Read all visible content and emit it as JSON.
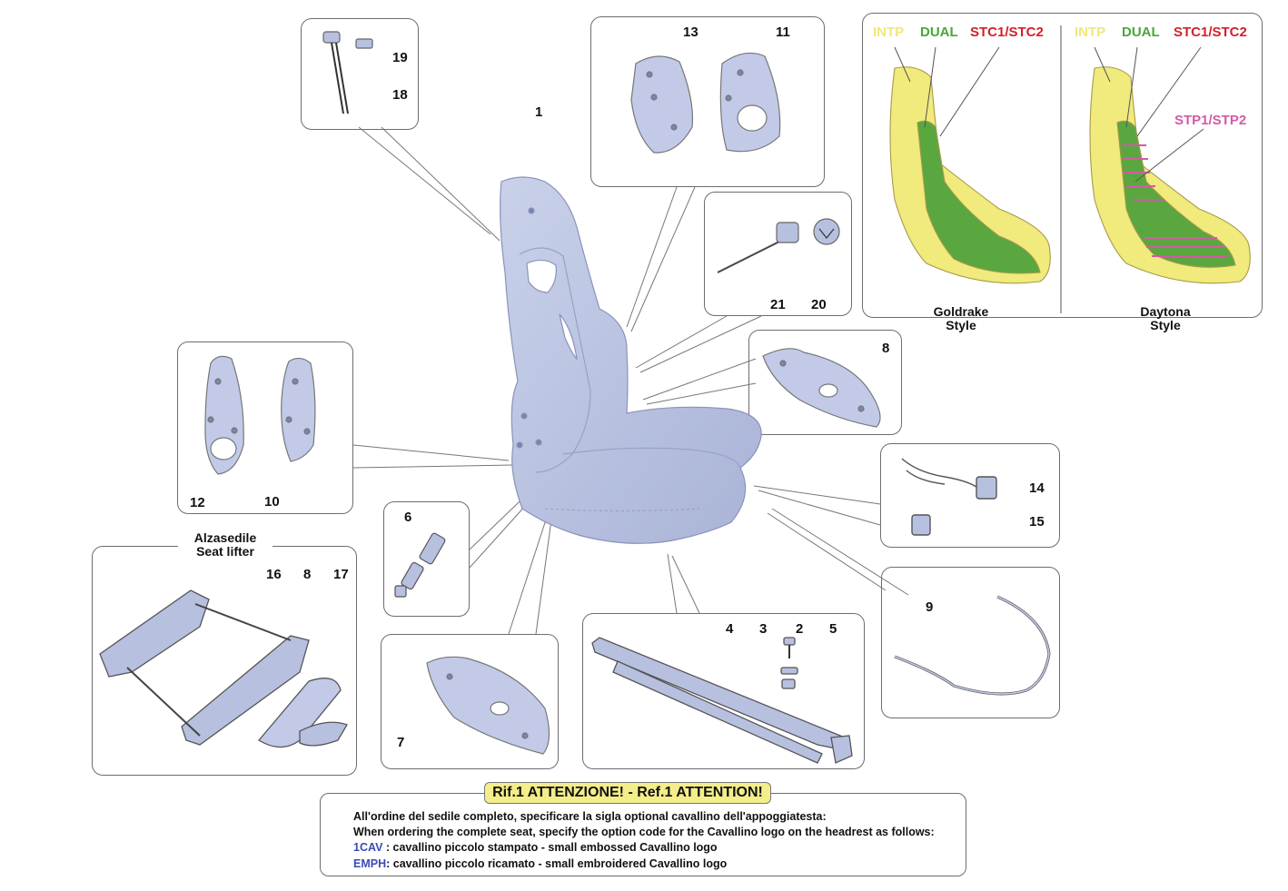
{
  "callouts": {
    "n1": "1",
    "n2": "2",
    "n3": "3",
    "n4": "4",
    "n5": "5",
    "n6": "6",
    "n7": "7",
    "n8a": "8",
    "n8b": "8",
    "n9": "9",
    "n10": "10",
    "n11": "11",
    "n12": "12",
    "n13": "13",
    "n14": "14",
    "n15": "15",
    "n16": "16",
    "n17": "17",
    "n18": "18",
    "n19": "19",
    "n20": "20",
    "n21": "21"
  },
  "seat_lifter": {
    "line1": "Alzasedile",
    "line2": "Seat lifter"
  },
  "styles": {
    "intp": "INTP",
    "dual": "DUAL",
    "stc": "STC1/STC2",
    "stp": "STP1/STP2",
    "goldrake_1": "Goldrake",
    "goldrake_2": "Style",
    "daytona_1": "Daytona",
    "daytona_2": "Style",
    "colors": {
      "intp": "#efe87a",
      "dual": "#4aa63a",
      "stc": "#d3202a",
      "stp": "#d45aa6"
    }
  },
  "attention": {
    "title": "Rif.1 ATTENZIONE! - Ref.1 ATTENTION!",
    "line1": "All'ordine del sedile completo, specificare la sigla optional cavallino dell'appoggiatesta:",
    "line2": "When ordering the complete seat, specify the option code for the Cavallino logo on the headrest as follows:",
    "code1": "1CAV",
    "text1": " : cavallino piccolo stampato - small embossed Cavallino logo",
    "code2": "EMPH",
    "text2": ": cavallino piccolo ricamato - small embroidered Cavallino logo"
  }
}
